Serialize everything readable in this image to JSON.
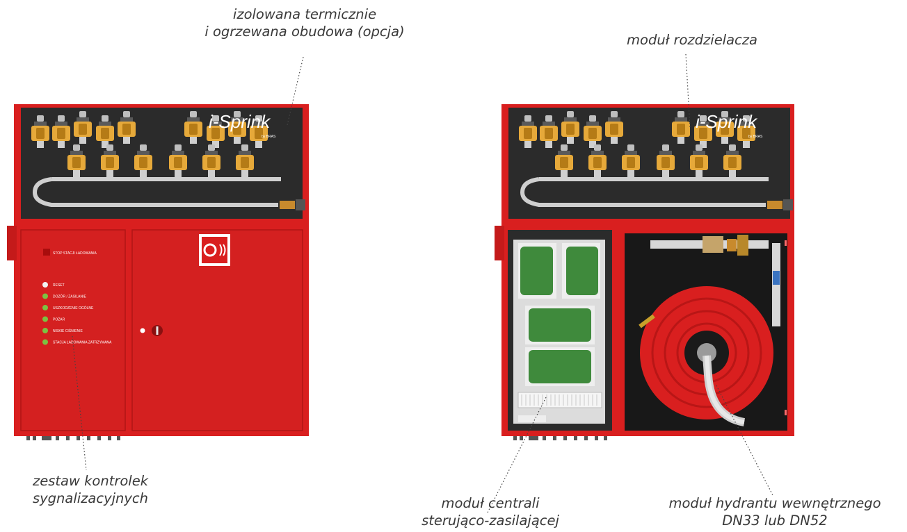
{
  "callouts": {
    "insulated_housing": [
      "izolowana termicznie",
      "i ogrzewana obudowa (opcja)"
    ],
    "manifold_module": "moduł rozdzielacza",
    "signal_lights": [
      "zestaw kontrolek",
      "sygnalizacyjnych"
    ],
    "control_module": [
      "moduł centrali",
      "sterująco-zasilającej"
    ],
    "hydrant_module": [
      "moduł hydrantu wewnętrznego",
      "DN33 lub DN52"
    ]
  },
  "cabinets": {
    "brand": "i-Sprink",
    "brand_sub": "by BRAS"
  },
  "control_panel": {
    "stop_label": "STOP STACJI ŁADOWANIA",
    "indicators": [
      {
        "label": "RESET",
        "color": "#f2f2f2"
      },
      {
        "label": "DOZÓR / ZASILANIE",
        "color": "#7cc242"
      },
      {
        "label": "USZKODZENIE OGÓLNE",
        "color": "#7cc242"
      },
      {
        "label": "POŻAR",
        "color": "#7cc242"
      },
      {
        "label": "NISKIE CIŚNIENIE",
        "color": "#7cc242"
      },
      {
        "label": "STACJA ŁADOWANIA ZATRZYMANA",
        "color": "#7cc242"
      }
    ]
  },
  "colors": {
    "cabinet_red": "#d91f1f",
    "window_dark": "#2b2b2b",
    "valve_orange": "#e6a93a",
    "battery_green": "#3f8a3c"
  }
}
